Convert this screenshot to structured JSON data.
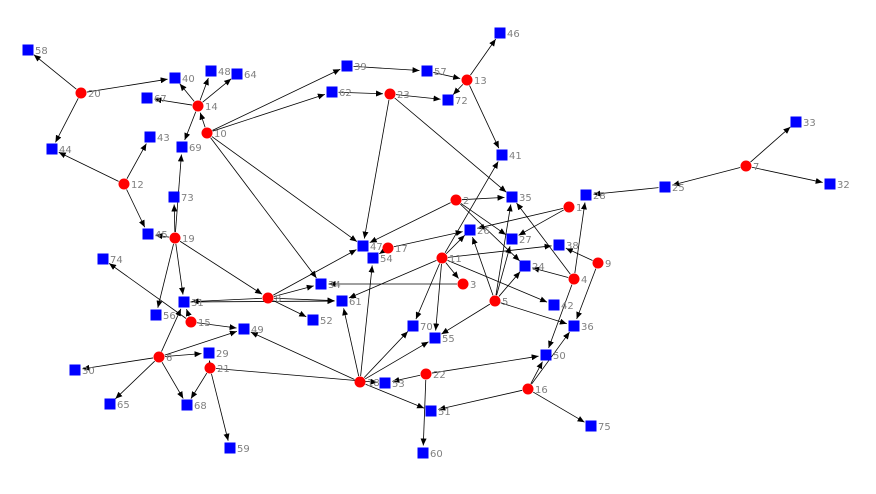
{
  "colors": {
    "circle_node": "#ff0000",
    "square_node": "#0000ff",
    "edge": "#000000",
    "label": "#808080"
  },
  "nodes": [
    {
      "id": "1",
      "shape": "circle"
    },
    {
      "id": "2",
      "shape": "circle"
    },
    {
      "id": "3",
      "shape": "circle"
    },
    {
      "id": "4",
      "shape": "circle"
    },
    {
      "id": "5",
      "shape": "circle"
    },
    {
      "id": "6",
      "shape": "circle"
    },
    {
      "id": "7",
      "shape": "circle"
    },
    {
      "id": "8",
      "shape": "circle"
    },
    {
      "id": "9",
      "shape": "circle"
    },
    {
      "id": "10",
      "shape": "circle"
    },
    {
      "id": "11",
      "shape": "circle"
    },
    {
      "id": "12",
      "shape": "circle"
    },
    {
      "id": "13",
      "shape": "circle"
    },
    {
      "id": "14",
      "shape": "circle"
    },
    {
      "id": "15",
      "shape": "circle"
    },
    {
      "id": "16",
      "shape": "circle"
    },
    {
      "id": "17",
      "shape": "circle"
    },
    {
      "id": "18",
      "shape": "circle"
    },
    {
      "id": "19",
      "shape": "circle"
    },
    {
      "id": "20",
      "shape": "circle"
    },
    {
      "id": "21",
      "shape": "circle"
    },
    {
      "id": "22",
      "shape": "circle"
    },
    {
      "id": "23",
      "shape": "circle"
    },
    {
      "id": "24",
      "shape": "square"
    },
    {
      "id": "25",
      "shape": "square"
    },
    {
      "id": "26",
      "shape": "square"
    },
    {
      "id": "27",
      "shape": "square"
    },
    {
      "id": "28",
      "shape": "square"
    },
    {
      "id": "29",
      "shape": "square"
    },
    {
      "id": "30",
      "shape": "square"
    },
    {
      "id": "31",
      "shape": "square"
    },
    {
      "id": "32",
      "shape": "square"
    },
    {
      "id": "33",
      "shape": "square"
    },
    {
      "id": "34",
      "shape": "square"
    },
    {
      "id": "35",
      "shape": "square"
    },
    {
      "id": "36",
      "shape": "square"
    },
    {
      "id": "38",
      "shape": "square"
    },
    {
      "id": "39",
      "shape": "square"
    },
    {
      "id": "40",
      "shape": "square"
    },
    {
      "id": "41",
      "shape": "square"
    },
    {
      "id": "42",
      "shape": "square"
    },
    {
      "id": "43",
      "shape": "square"
    },
    {
      "id": "44",
      "shape": "square"
    },
    {
      "id": "45",
      "shape": "square"
    },
    {
      "id": "46",
      "shape": "square"
    },
    {
      "id": "47",
      "shape": "square"
    },
    {
      "id": "48",
      "shape": "square"
    },
    {
      "id": "49",
      "shape": "square"
    },
    {
      "id": "50",
      "shape": "square"
    },
    {
      "id": "51",
      "shape": "square"
    },
    {
      "id": "52",
      "shape": "square"
    },
    {
      "id": "53",
      "shape": "square"
    },
    {
      "id": "54",
      "shape": "square"
    },
    {
      "id": "55",
      "shape": "square"
    },
    {
      "id": "56",
      "shape": "square"
    },
    {
      "id": "57",
      "shape": "square"
    },
    {
      "id": "58",
      "shape": "square"
    },
    {
      "id": "59",
      "shape": "square"
    },
    {
      "id": "60",
      "shape": "square"
    },
    {
      "id": "61",
      "shape": "square"
    },
    {
      "id": "62",
      "shape": "square"
    },
    {
      "id": "64",
      "shape": "square"
    },
    {
      "id": "65",
      "shape": "square"
    },
    {
      "id": "67",
      "shape": "square"
    },
    {
      "id": "68",
      "shape": "square"
    },
    {
      "id": "69",
      "shape": "square"
    },
    {
      "id": "70",
      "shape": "square"
    },
    {
      "id": "72",
      "shape": "square"
    },
    {
      "id": "73",
      "shape": "square"
    },
    {
      "id": "74",
      "shape": "square"
    },
    {
      "id": "75",
      "shape": "square"
    }
  ],
  "edges": [
    [
      "20",
      "58"
    ],
    [
      "20",
      "40"
    ],
    [
      "20",
      "44"
    ],
    [
      "14",
      "48"
    ],
    [
      "14",
      "64"
    ],
    [
      "14",
      "40"
    ],
    [
      "14",
      "67"
    ],
    [
      "14",
      "69"
    ],
    [
      "10",
      "39"
    ],
    [
      "10",
      "62"
    ],
    [
      "10",
      "47"
    ],
    [
      "10",
      "34"
    ],
    [
      "10",
      "14"
    ],
    [
      "12",
      "43"
    ],
    [
      "12",
      "44"
    ],
    [
      "12",
      "45"
    ],
    [
      "19",
      "73"
    ],
    [
      "19",
      "69"
    ],
    [
      "19",
      "45"
    ],
    [
      "19",
      "31"
    ],
    [
      "19",
      "56"
    ],
    [
      "19",
      "8"
    ],
    [
      "23",
      "72"
    ],
    [
      "23",
      "47"
    ],
    [
      "23",
      "35"
    ],
    [
      "62",
      "23"
    ],
    [
      "39",
      "57"
    ],
    [
      "57",
      "13"
    ],
    [
      "13",
      "46"
    ],
    [
      "13",
      "72"
    ],
    [
      "13",
      "41"
    ],
    [
      "2",
      "35"
    ],
    [
      "2",
      "47"
    ],
    [
      "2",
      "27"
    ],
    [
      "2",
      "24"
    ],
    [
      "17",
      "26"
    ],
    [
      "17",
      "54"
    ],
    [
      "11",
      "26"
    ],
    [
      "11",
      "38"
    ],
    [
      "11",
      "70"
    ],
    [
      "11",
      "55"
    ],
    [
      "11",
      "3"
    ],
    [
      "11",
      "42"
    ],
    [
      "11",
      "61"
    ],
    [
      "11",
      "41"
    ],
    [
      "5",
      "35"
    ],
    [
      "5",
      "27"
    ],
    [
      "5",
      "24"
    ],
    [
      "5",
      "26"
    ],
    [
      "5",
      "36"
    ],
    [
      "5",
      "55"
    ],
    [
      "1",
      "26"
    ],
    [
      "1",
      "27"
    ],
    [
      "3",
      "34"
    ],
    [
      "4",
      "28"
    ],
    [
      "4",
      "24"
    ],
    [
      "4",
      "35"
    ],
    [
      "4",
      "50"
    ],
    [
      "9",
      "38"
    ],
    [
      "9",
      "36"
    ],
    [
      "7",
      "33"
    ],
    [
      "7",
      "32"
    ],
    [
      "7",
      "25"
    ],
    [
      "25",
      "28"
    ],
    [
      "8",
      "47"
    ],
    [
      "8",
      "34"
    ],
    [
      "8",
      "52"
    ],
    [
      "8",
      "61"
    ],
    [
      "8",
      "31"
    ],
    [
      "15",
      "74"
    ],
    [
      "15",
      "49"
    ],
    [
      "15",
      "31"
    ],
    [
      "31",
      "61"
    ],
    [
      "6",
      "30"
    ],
    [
      "6",
      "65"
    ],
    [
      "6",
      "68"
    ],
    [
      "6",
      "29"
    ],
    [
      "6",
      "49"
    ],
    [
      "6",
      "31"
    ],
    [
      "21",
      "29"
    ],
    [
      "21",
      "59"
    ],
    [
      "21",
      "68"
    ],
    [
      "21",
      "53"
    ],
    [
      "18",
      "70"
    ],
    [
      "18",
      "55"
    ],
    [
      "18",
      "49"
    ],
    [
      "18",
      "51"
    ],
    [
      "18",
      "61"
    ],
    [
      "18",
      "54"
    ],
    [
      "22",
      "60"
    ],
    [
      "22",
      "50"
    ],
    [
      "22",
      "53"
    ],
    [
      "16",
      "75"
    ],
    [
      "16",
      "50"
    ],
    [
      "16",
      "51"
    ],
    [
      "16",
      "36"
    ]
  ]
}
